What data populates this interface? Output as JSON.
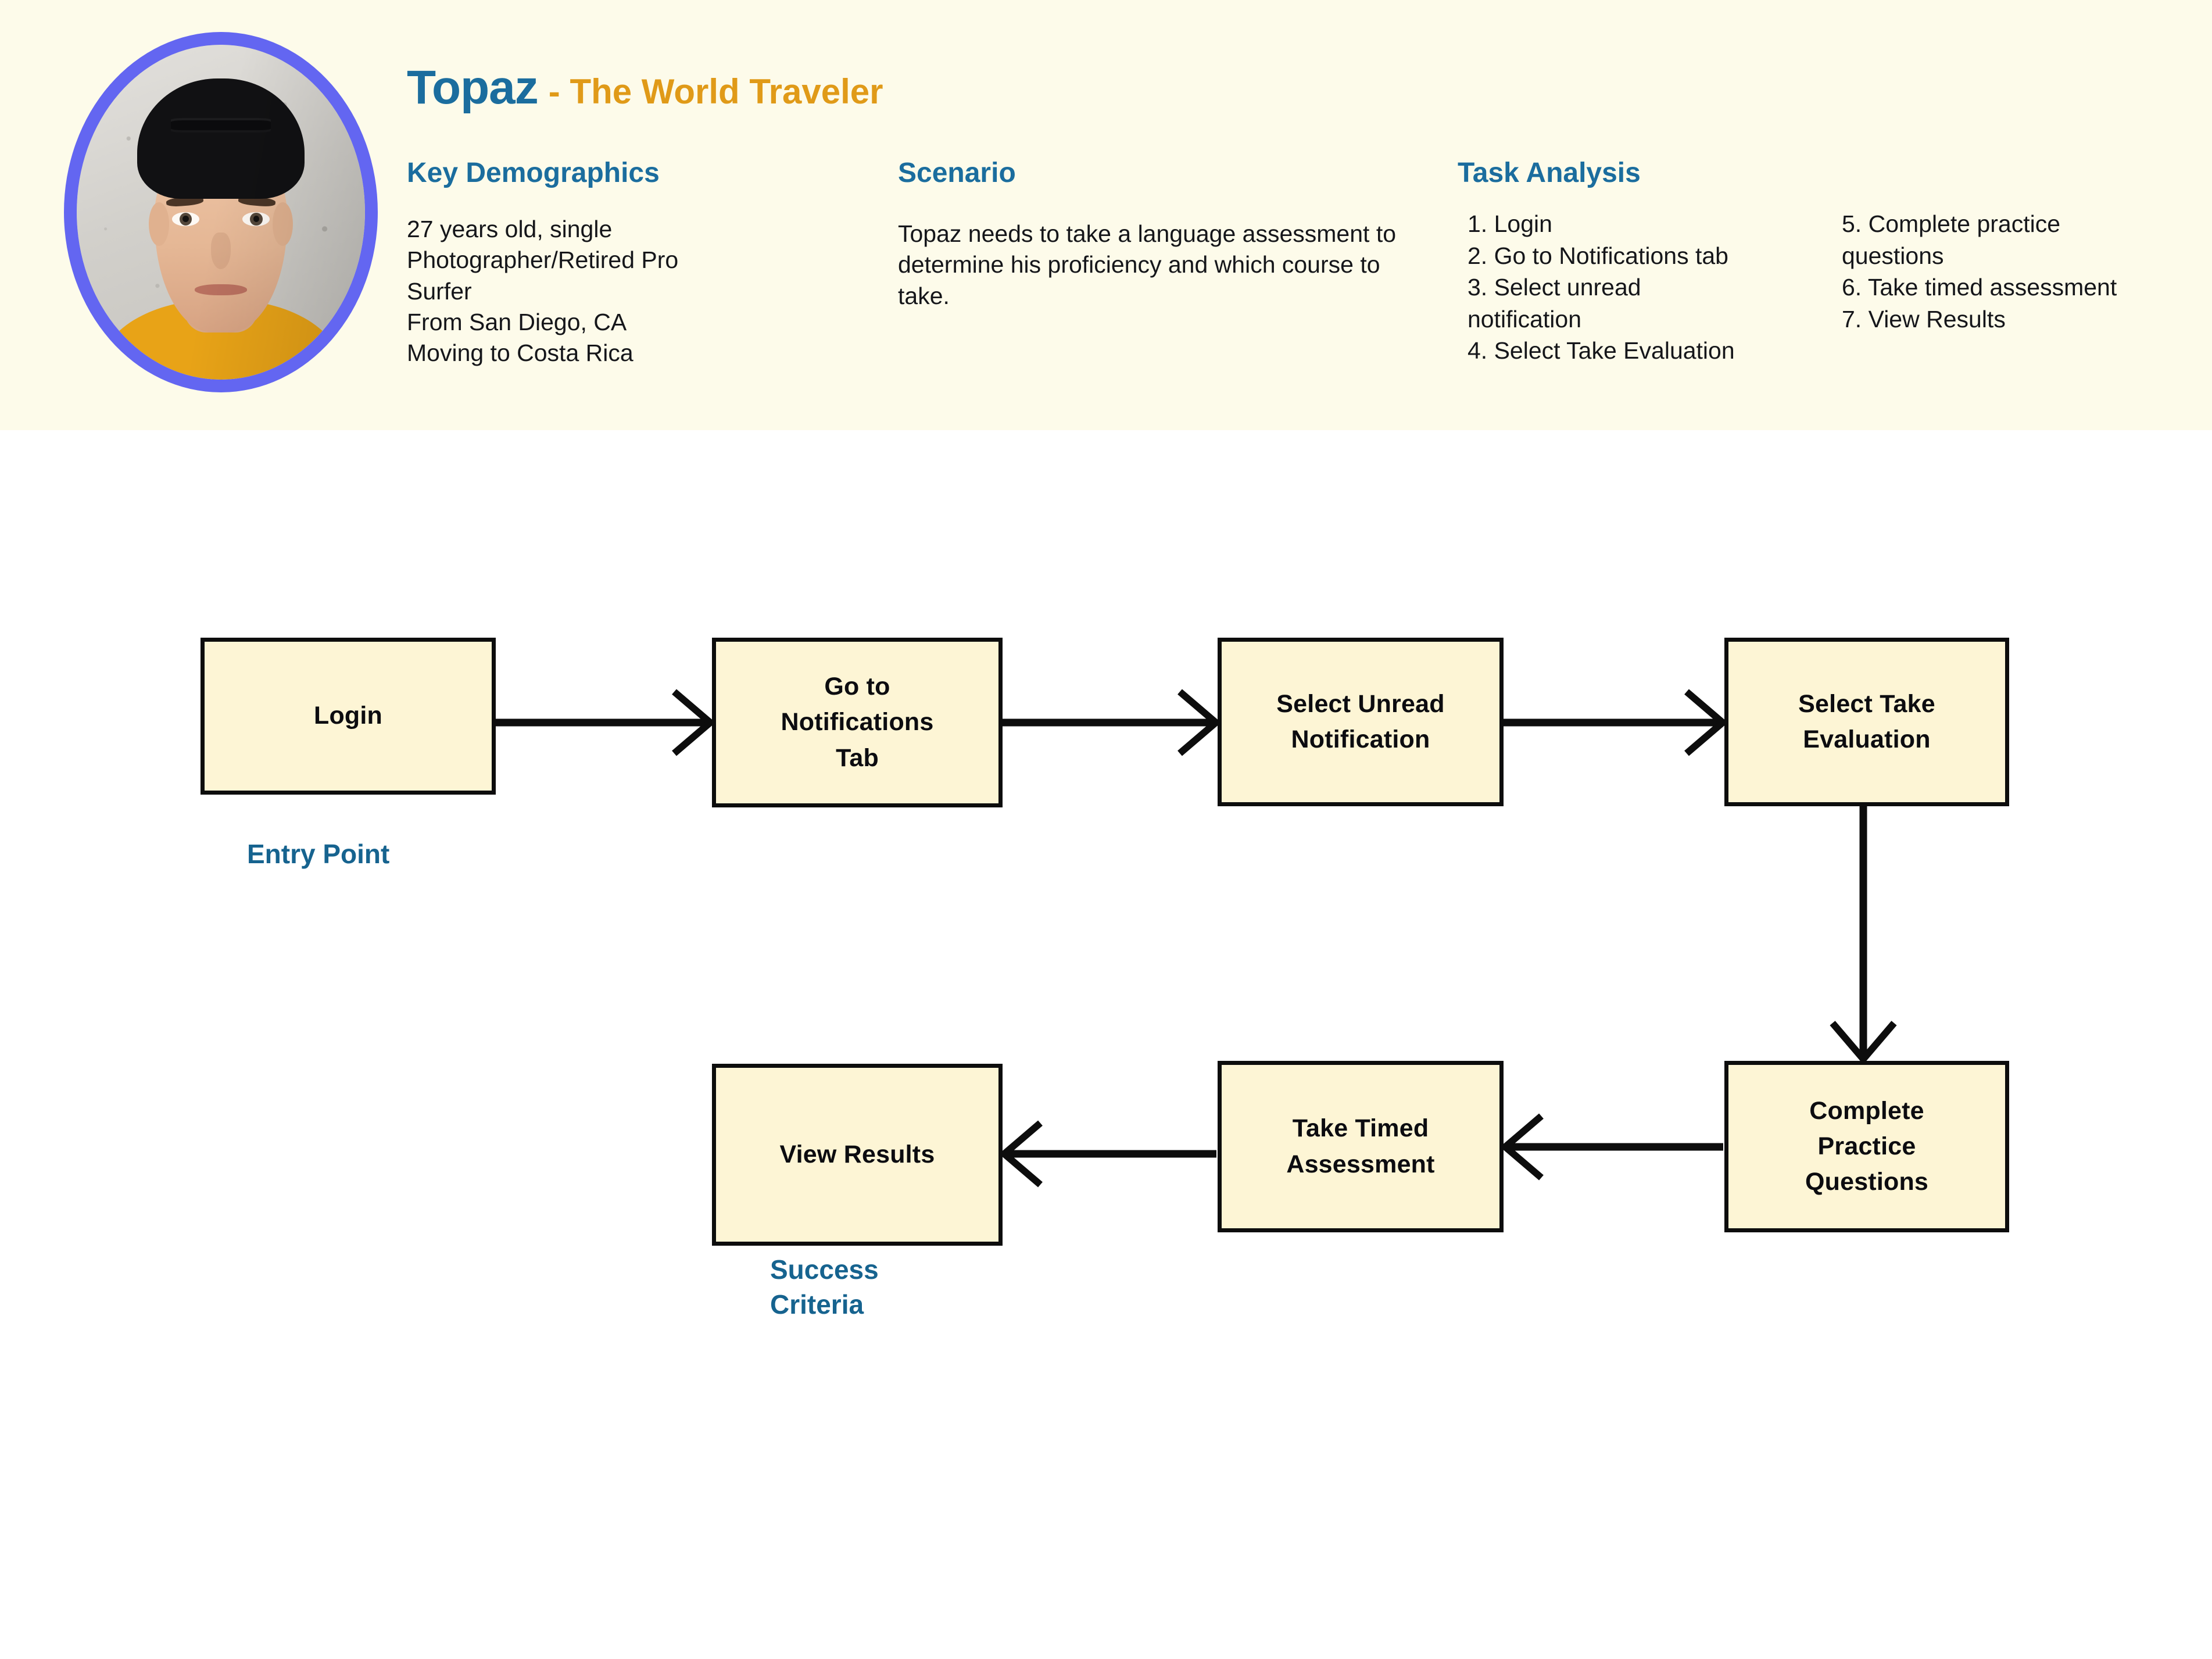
{
  "persona": {
    "name": "Topaz",
    "tagline": "- The World Traveler",
    "avatar_alt": "topaz-portrait",
    "name_color": "#1b6d9e",
    "tagline_color": "#e09a18",
    "ring_color": "#6366f1"
  },
  "header": {
    "background": "#fdfbea",
    "demographics": {
      "heading": "Key Demographics",
      "body": "27 years old, single\nPhotographer/Retired Pro\nSurfer\nFrom San Diego, CA\nMoving to Costa Rica"
    },
    "scenario": {
      "heading": "Scenario",
      "body": "Topaz needs to take a language assessment to determine his proficiency and which course to take."
    },
    "task_analysis": {
      "heading": "Task Analysis",
      "column_one": [
        "1. Login",
        "2. Go to Notifications tab",
        "3. Select unread\n    notification",
        "4. Select Take Evaluation"
      ],
      "column_two": [
        "5. Complete practice\nquestions",
        "6. Take timed assessment",
        "7. View Results"
      ]
    }
  },
  "flow": {
    "node_fill": "#fdf5d5",
    "node_border": "#0d0d0d",
    "caption_color": "#16638f",
    "nodes": [
      {
        "id": "login",
        "label": "Login"
      },
      {
        "id": "notif-tab",
        "label": "Go to\nNotifications\nTab"
      },
      {
        "id": "unread",
        "label": "Select Unread\nNotification"
      },
      {
        "id": "take-eval",
        "label": "Select Take\nEvaluation"
      },
      {
        "id": "practice",
        "label": "Complete\nPractice\nQuestions"
      },
      {
        "id": "timed",
        "label": "Take Timed\nAssessment"
      },
      {
        "id": "view-results",
        "label": "View Results"
      }
    ],
    "captions": {
      "entry_point": "Entry Point",
      "success_criteria": "Success\nCriteria"
    },
    "edges": [
      {
        "from": "login",
        "to": "notif-tab",
        "direction": "right"
      },
      {
        "from": "notif-tab",
        "to": "unread",
        "direction": "right"
      },
      {
        "from": "unread",
        "to": "take-eval",
        "direction": "right"
      },
      {
        "from": "take-eval",
        "to": "practice",
        "direction": "down"
      },
      {
        "from": "practice",
        "to": "timed",
        "direction": "left"
      },
      {
        "from": "timed",
        "to": "view-results",
        "direction": "left"
      }
    ]
  }
}
